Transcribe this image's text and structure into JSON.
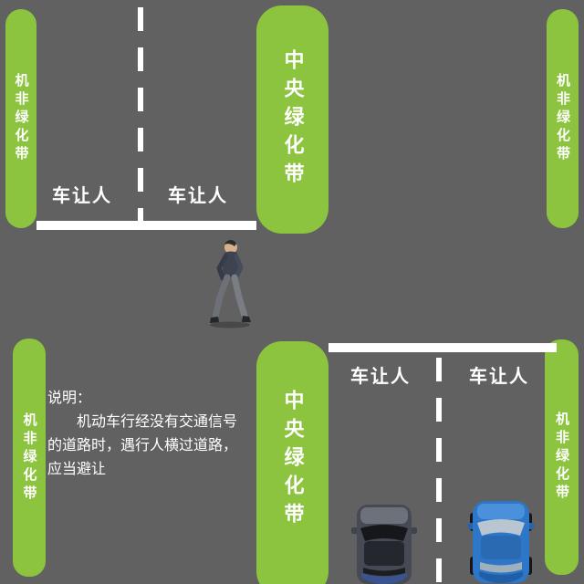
{
  "colors": {
    "road": "#616161",
    "greenbelt": "#8dc43f",
    "road_marking": "#ffffff"
  },
  "labels": {
    "side_greenbelt": "机非绿化带",
    "central_greenbelt": "中央绿化带",
    "yield": "车让人"
  },
  "explanation": {
    "title": "说明：",
    "lines": [
      "机动车行经没有交通信号",
      "的道路时，遇行人横过道路，",
      "应当避让"
    ]
  },
  "icons": {
    "pedestrian": "walking-pedestrian",
    "dark_car": "dark-van-top-view",
    "blue_car": "blue-car-top-view"
  }
}
